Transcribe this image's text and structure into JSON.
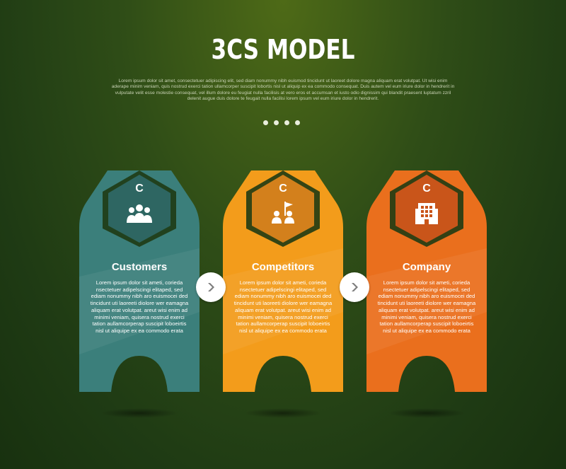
{
  "header": {
    "title": "3CS MODEL",
    "subtitle": "Lorem ipsum dolor sit amet, consectetuer adipiscing elit, sed diam nonummy nibh euismod tincidunt ut laoreet dolore magna aliquam erat volutpat. Ut wisi enim aderape minim veniam, quis nostrud exerci tation ullamcorper suscipit lobortis nisl ut aliquip ex ea commodo consequat. Duis autem vel eum iriure dolor in hendrerit in vulputate velit esse molestie consequat, vel illum dolore eu feugiat nulla facilisis at vero eros et accumsan et iusto odio dignissim qui blandit praesent luptatum zzril delenit augue duis dolore te feugait nulla facilisi lorem ipsum vel eum iriure dolor in hendrerit."
  },
  "cards": [
    {
      "letter": "C",
      "title": "Customers",
      "icon": "people-group-icon",
      "color": "#3b7f7b",
      "hex_color": "#2e6662",
      "body": "Lorem ipsum dolor sit ameti, corieda nsectetuer adipelscingi elitaped, sed ediam nonummy nibh aro euismocei ded tincidunt uti laoreeti diolore wer eamagna aliquam erat volutpat. areut wisi enim ad minimi veniam, quisera nostrud exerci tation aullamcorperap suscipit loboeirtis nisl ut aliquipe ex ea commodo erata"
    },
    {
      "letter": "C",
      "title": "Competitors",
      "icon": "team-flag-icon",
      "color": "#f39c1b",
      "hex_color": "#d3801c",
      "body": "Lorem ipsum dolor sit ameti, corieda nsectetuer adipelscingi elitaped, sed ediam nonummy nibh aro euismocei ded tincidunt uti laoreeti diolore wer eamagna aliquam erat volutpat. areut wisi enim ad minimi veniam, quisera nostrud exerci tation aullamcorperap suscipit loboeirtis nisl ut aliquipe ex ea commodo erata"
    },
    {
      "letter": "C",
      "title": "Company",
      "icon": "office-building-icon",
      "color": "#ea6f1d",
      "hex_color": "#c9551a",
      "body": "Lorem ipsum dolor sit ameti, corieda nsectetuer adipelscingi elitaped, sed ediam nonummy nibh aro euismocei ded tincidunt uti laoreeti diolore wer eamagna aliquam erat volutpat. areut wisi enim ad minimi veniam, quisera nostrud exerci tation aullamcorperap suscipit loboeirtis nisl ut aliquipe ex ea commodo erata"
    }
  ]
}
